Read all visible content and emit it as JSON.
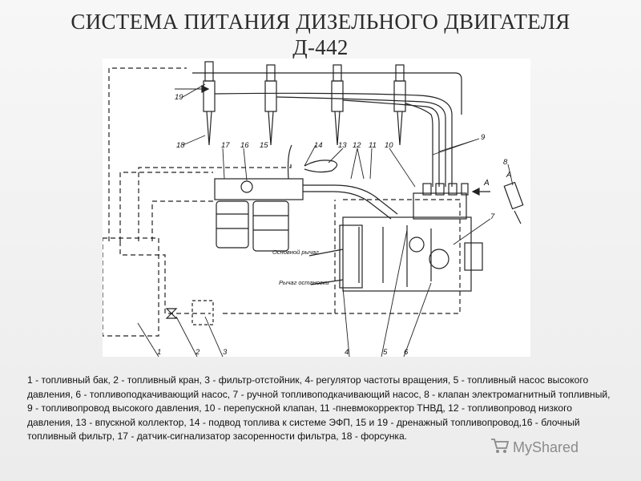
{
  "title": {
    "line1": "СИСТЕМА ПИТАНИЯ ДИЗЕЛЬНОГО ДВИГАТЕЛЯ",
    "line2": "Д-442"
  },
  "diagram": {
    "callouts": [
      "1",
      "2",
      "3",
      "4",
      "5",
      "6",
      "7",
      "8",
      "9",
      "10",
      "11",
      "12",
      "13",
      "14",
      "15",
      "16",
      "17",
      "18",
      "19"
    ],
    "arrow_label_a": "A",
    "lever_main": "Основной рычаг",
    "lever_stop": "Рычаг остановки"
  },
  "caption": "1 - топливный бак, 2 - топливный кран, 3 - фильтр-отстойник, 4- регулятор частоты вращения, 5 - топливный насос высокого давления, 6 - топливоподкачивающий насос, 7 - ручной топливоподкачивающий насос, 8 - клапан электромагнитный топливный, 9 - топливопровод высокого давления, 10 - перепускной клапан, 11 -пневмокорректор ТНВД, 12 - топливопровод низкого давления, 13 - впускной коллектор, 14 - подвод топлива к системе ЭФП, 15 и 19 - дренажный топливопровод,16 - блочный топливный фильтр, 17 - датчик-сигнализатор засоренности фильтра, 18 - форсунка.",
  "watermark": {
    "text": "MyShared",
    "icon": "cart-icon"
  }
}
